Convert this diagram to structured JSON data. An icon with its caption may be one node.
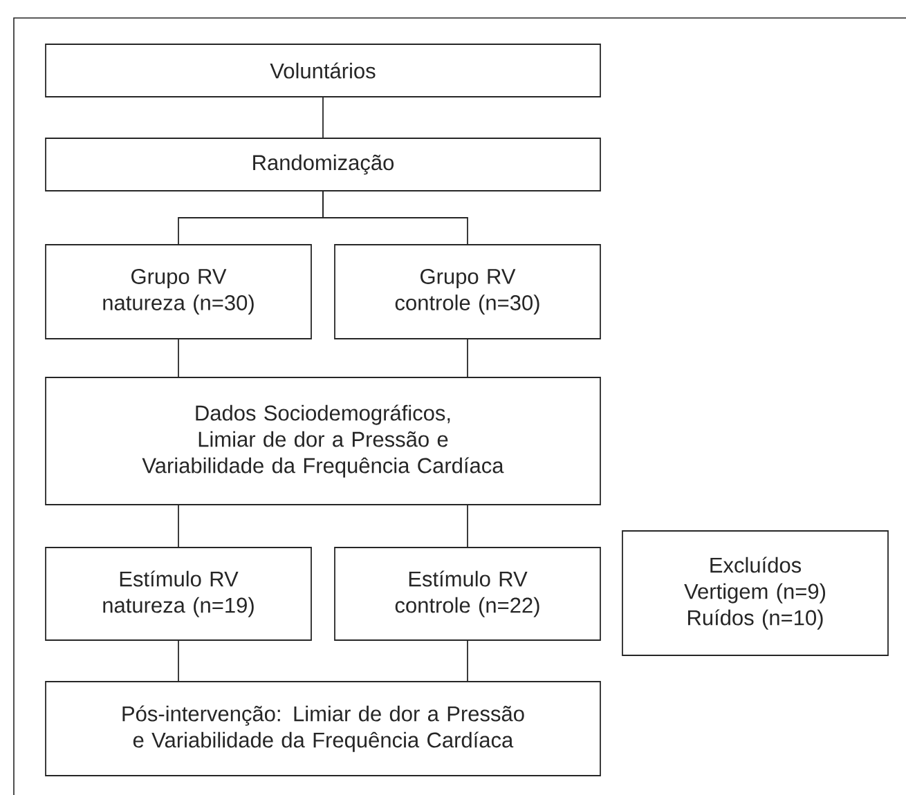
{
  "diagram": {
    "nodes": [
      {
        "text": [
          "Voluntários"
        ]
      },
      {
        "text": [
          "Randomização"
        ]
      },
      {
        "text": [
          "Grupo RV natureza (n=30)"
        ]
      },
      {
        "text": [
          "Grupo RV controle (n=30)"
        ]
      },
      {
        "text": [
          "Dados Sociodemográficos, Limiar de dor a Pressão e Variabilidade da Frequência Cardíaca"
        ]
      },
      {
        "text": [
          "Estímulo RV natureza (n=19)"
        ]
      },
      {
        "text": [
          "Estímulo RV controle (n=22)"
        ]
      },
      {
        "text": [
          "Excluídos",
          "Vertigem (n=9)",
          "Ruídos (n=10)"
        ]
      },
      {
        "text": [
          "Pós-intervenção: Limiar de dor a Pressão e Variabilidade da Frequência Cardíaca"
        ]
      }
    ],
    "edges": [
      {
        "from": 0,
        "to": 1,
        "arrow": "none"
      },
      {
        "from": 1,
        "to": 2,
        "arrow": "none"
      },
      {
        "from": 1,
        "to": 3,
        "arrow": "none"
      },
      {
        "from": 2,
        "to": 4,
        "arrow": "none"
      },
      {
        "from": 3,
        "to": 4,
        "arrow": "none"
      },
      {
        "from": 4,
        "to": 5,
        "arrow": "none"
      },
      {
        "from": 4,
        "to": 6,
        "arrow": "none"
      },
      {
        "from": 5,
        "to": 8,
        "arrow": "none"
      },
      {
        "from": 6,
        "to": 8,
        "arrow": "none"
      }
    ]
  }
}
